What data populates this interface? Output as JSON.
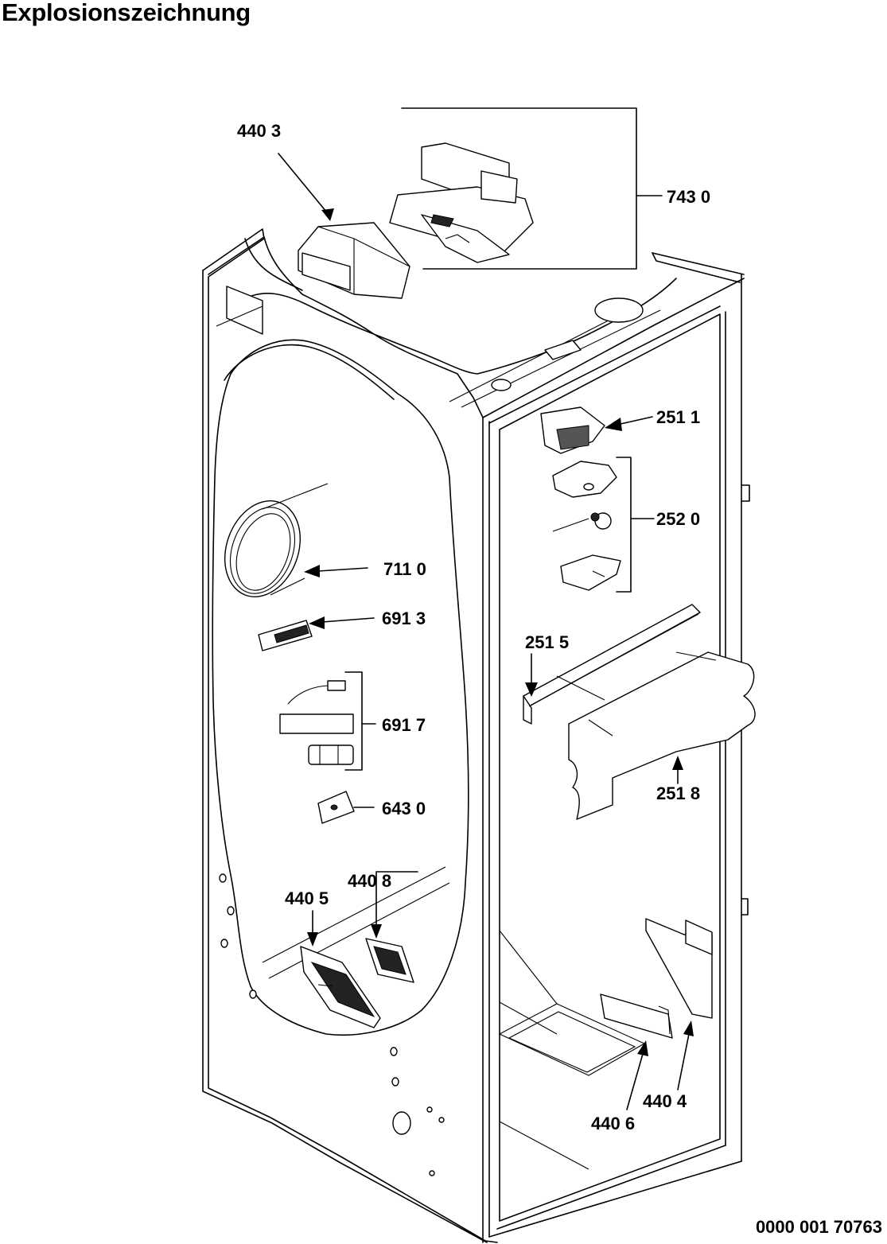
{
  "page": {
    "title": "Explosionszeichnung",
    "document_number": "0000 001 70763"
  },
  "callouts": {
    "c4403": "440 3",
    "c7430": "743 0",
    "c2511": "251 1",
    "c2520": "252 0",
    "c7110": "711 0",
    "c6913": "691 3",
    "c2515": "251 5",
    "c6917": "691 7",
    "c2518": "251 8",
    "c6430": "643 0",
    "c4408": "440 8",
    "c4405": "440 5",
    "c4404": "440 4",
    "c4406": "440 6"
  }
}
